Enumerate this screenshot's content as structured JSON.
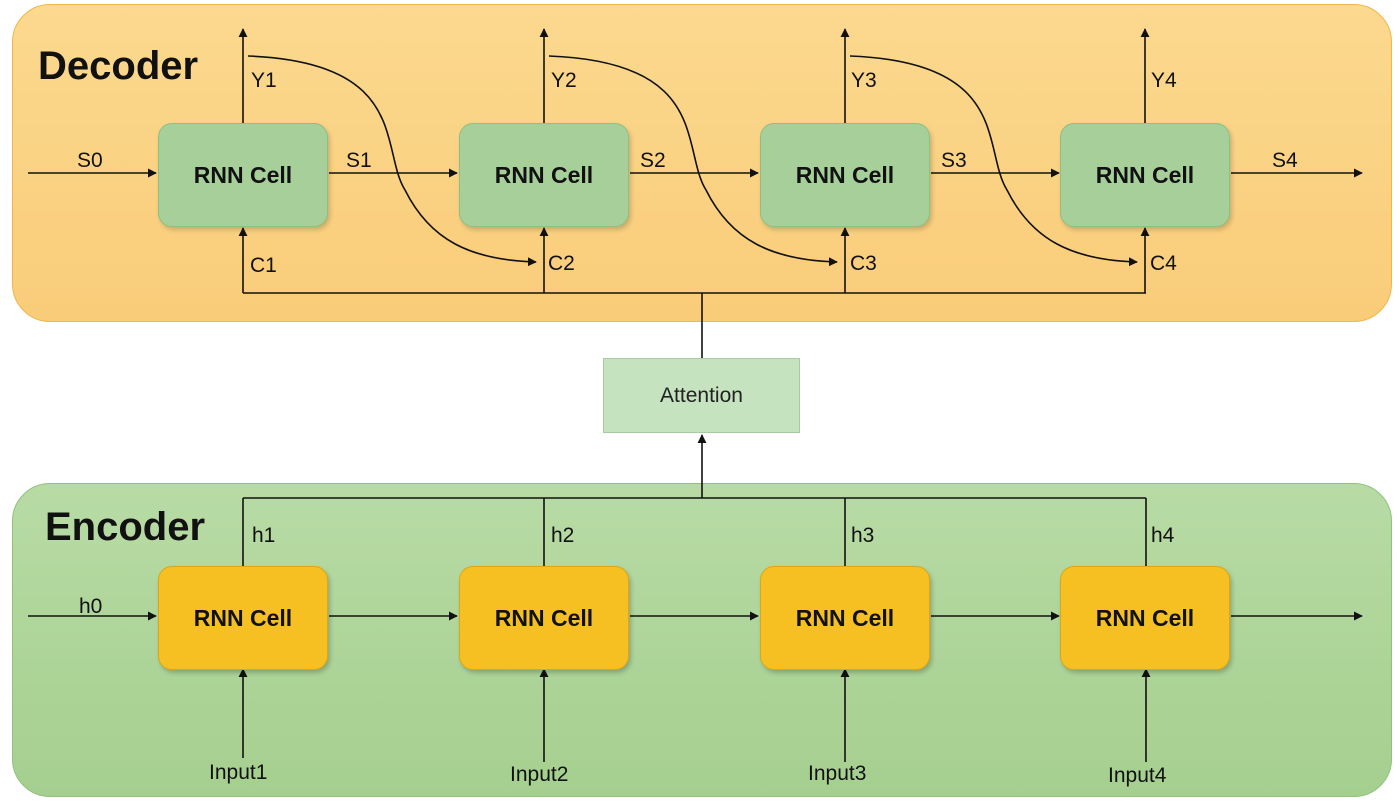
{
  "decoder": {
    "title": "Decoder",
    "cell_label": "RNN Cell",
    "outputs": [
      "Y1",
      "Y2",
      "Y3",
      "Y4"
    ],
    "states": [
      "S0",
      "S1",
      "S2",
      "S3",
      "S4"
    ],
    "contexts": [
      "C1",
      "C2",
      "C3",
      "C4"
    ]
  },
  "attention": {
    "label": "Attention"
  },
  "encoder": {
    "title": "Encoder",
    "cell_label": "RNN Cell",
    "hidden": [
      "h0",
      "h1",
      "h2",
      "h3",
      "h4"
    ],
    "inputs": [
      "Input1",
      "Input2",
      "Input3",
      "Input4"
    ]
  },
  "colors": {
    "decoder_panel": "#f9cc79",
    "encoder_panel": "#a5cf8f",
    "decoder_cell": "#a6cf9a",
    "encoder_cell": "#f6c022",
    "attention_box": "#c5e3be",
    "line": "#111111"
  }
}
